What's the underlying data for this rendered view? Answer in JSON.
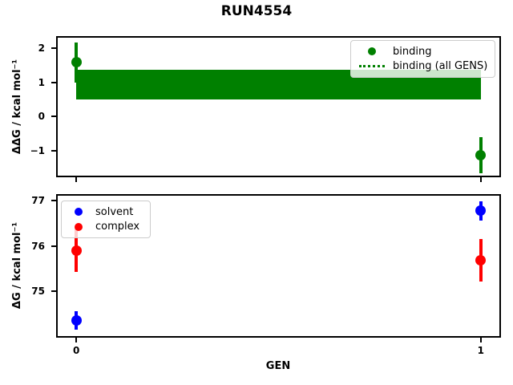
{
  "title": "RUN4554",
  "chart_data": [
    {
      "type": "scatter",
      "title": "",
      "xlabel": "",
      "ylabel": "ΔΔG / kcal mol⁻¹",
      "xlim": [
        -0.05,
        1.05
      ],
      "ylim": [
        -1.78,
        2.35
      ],
      "yticks": [
        2,
        1,
        0,
        -1
      ],
      "xticks": [
        0,
        1
      ],
      "show_xtick_labels": false,
      "grid": false,
      "series": [
        {
          "name": "binding",
          "color": "#008000",
          "marker": "circle",
          "x": [
            0,
            1
          ],
          "y": [
            1.58,
            -1.13
          ],
          "yerr": [
            0.58,
            0.53
          ]
        }
      ],
      "band": {
        "name": "binding (all GENS)",
        "color": "#008000",
        "line_style": "dotted",
        "x": [
          0,
          1
        ],
        "y_low": 0.49,
        "y_high": 1.37
      },
      "legend": {
        "position": "upper-right"
      }
    },
    {
      "type": "scatter",
      "title": "",
      "xlabel": "GEN",
      "ylabel": "ΔG / kcal mol⁻¹",
      "xlim": [
        -0.05,
        1.05
      ],
      "ylim": [
        73.97,
        77.15
      ],
      "yticks": [
        77,
        76,
        75
      ],
      "xticks": [
        0,
        1
      ],
      "show_xtick_labels": true,
      "grid": false,
      "series": [
        {
          "name": "solvent",
          "color": "#0000ff",
          "marker": "circle",
          "x": [
            0,
            1
          ],
          "y": [
            74.35,
            76.78
          ],
          "yerr": [
            0.2,
            0.21
          ]
        },
        {
          "name": "complex",
          "color": "#ff0000",
          "marker": "circle",
          "x": [
            0,
            1
          ],
          "y": [
            75.9,
            75.69
          ],
          "yerr": [
            0.48,
            0.47
          ]
        }
      ],
      "legend": {
        "position": "upper-left"
      }
    }
  ]
}
